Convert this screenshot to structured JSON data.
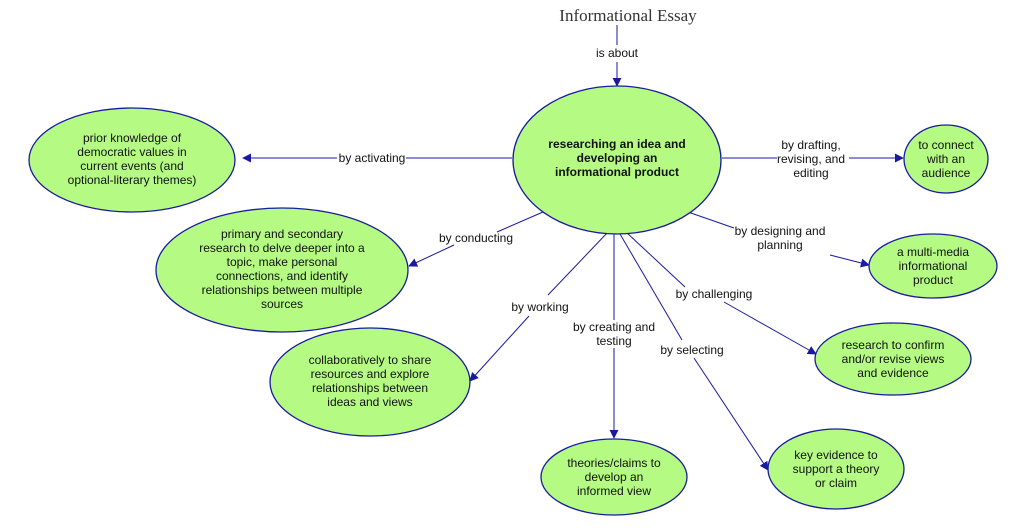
{
  "title": "Informational Essay",
  "colors": {
    "node_fill": "#b4fa83",
    "node_stroke": "#1a1aa0",
    "edge": "#1a1aa0"
  },
  "nodes": {
    "center": [
      "researching an idea and",
      "developing an",
      "informational product"
    ],
    "prior": [
      "prior knowledge of",
      "democratic values in",
      "current events (and",
      "optional-literary themes)"
    ],
    "research": [
      "primary and secondary",
      "research to delve deeper into a",
      "topic, make personal",
      "connections, and identify",
      "relationships between multiple",
      "sources"
    ],
    "collab": [
      "collaboratively to share",
      "resources and explore",
      "relationships between",
      "ideas and views"
    ],
    "theories": [
      "theories/claims to",
      "develop an",
      "informed view"
    ],
    "evidence": [
      "key evidence to",
      "support a theory",
      "or claim"
    ],
    "confirm": [
      "research to confirm",
      "and/or revise views",
      "and evidence"
    ],
    "multimedia": [
      "a multi-media",
      "informational",
      "product"
    ],
    "connect": [
      "to connect",
      "with an",
      "audience"
    ]
  },
  "edge_labels": {
    "is_about": [
      "is about"
    ],
    "activating": [
      "by activating"
    ],
    "conducting": [
      "by conducting"
    ],
    "working": [
      "by working"
    ],
    "creating": [
      "by creating and",
      "testing"
    ],
    "selecting": [
      "by selecting"
    ],
    "challenging": [
      "by challenging"
    ],
    "designing": [
      "by designing and",
      "planning"
    ],
    "drafting": [
      "by drafting,",
      "revising, and",
      "editing"
    ]
  }
}
